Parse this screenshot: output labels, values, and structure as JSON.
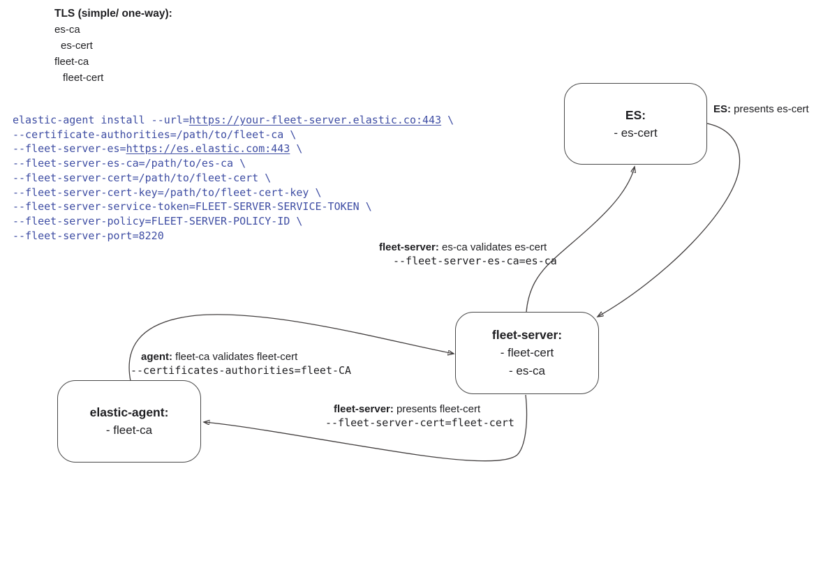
{
  "colors": {
    "background": "#ffffff",
    "text": "#1e1e21",
    "code_blue": "#3e4da3",
    "line_stroke": "#423e3e"
  },
  "legend": {
    "title": "TLS (simple/ one-way):",
    "items": [
      {
        "text": "es-ca"
      },
      {
        "text": "es-cert"
      },
      {
        "text": "fleet-ca"
      },
      {
        "text": "fleet-cert"
      }
    ]
  },
  "install_command": {
    "lines": [
      "elastic-agent install --url=https://your-fleet-server.elastic.co:443 \\",
      "--certificate-authorities=/path/to/fleet-ca \\",
      "--fleet-server-es=https://es.elastic.com:443 \\",
      "--fleet-server-es-ca=/path/to/es-ca \\",
      "--fleet-server-cert=/path/to/fleet-cert \\",
      "--fleet-server-cert-key=/path/to/fleet-cert-key \\",
      "--fleet-server-service-token=FLEET-SERVER-SERVICE-TOKEN \\",
      "--fleet-server-policy=FLEET-SERVER-POLICY-ID \\",
      "--fleet-server-port=8220"
    ],
    "links": [
      "https://your-fleet-server.elastic.co:443",
      "https://es.elastic.com:443"
    ]
  },
  "nodes": {
    "es": {
      "title": "ES:",
      "lines": [
        "- es-cert"
      ]
    },
    "fleet_server": {
      "title": "fleet-server:",
      "lines": [
        "- fleet-cert",
        "- es-ca"
      ]
    },
    "elastic_agent": {
      "title": "elastic-agent:",
      "lines": [
        "- fleet-ca"
      ]
    }
  },
  "edges": {
    "es_presents": {
      "bold": "ES:",
      "text": " presents es-cert"
    },
    "fleet_validates": {
      "bold": "fleet-server:",
      "text": " es-ca validates es-cert",
      "code": "--fleet-server-es-ca=es-ca"
    },
    "agent_validates": {
      "bold": "agent:",
      "text": " fleet-ca validates fleet-cert",
      "code": "--certificates-authorities=fleet-CA"
    },
    "fleet_presents": {
      "bold": "fleet-server:",
      "text": " presents fleet-cert",
      "code": "--fleet-server-cert=fleet-cert"
    }
  }
}
